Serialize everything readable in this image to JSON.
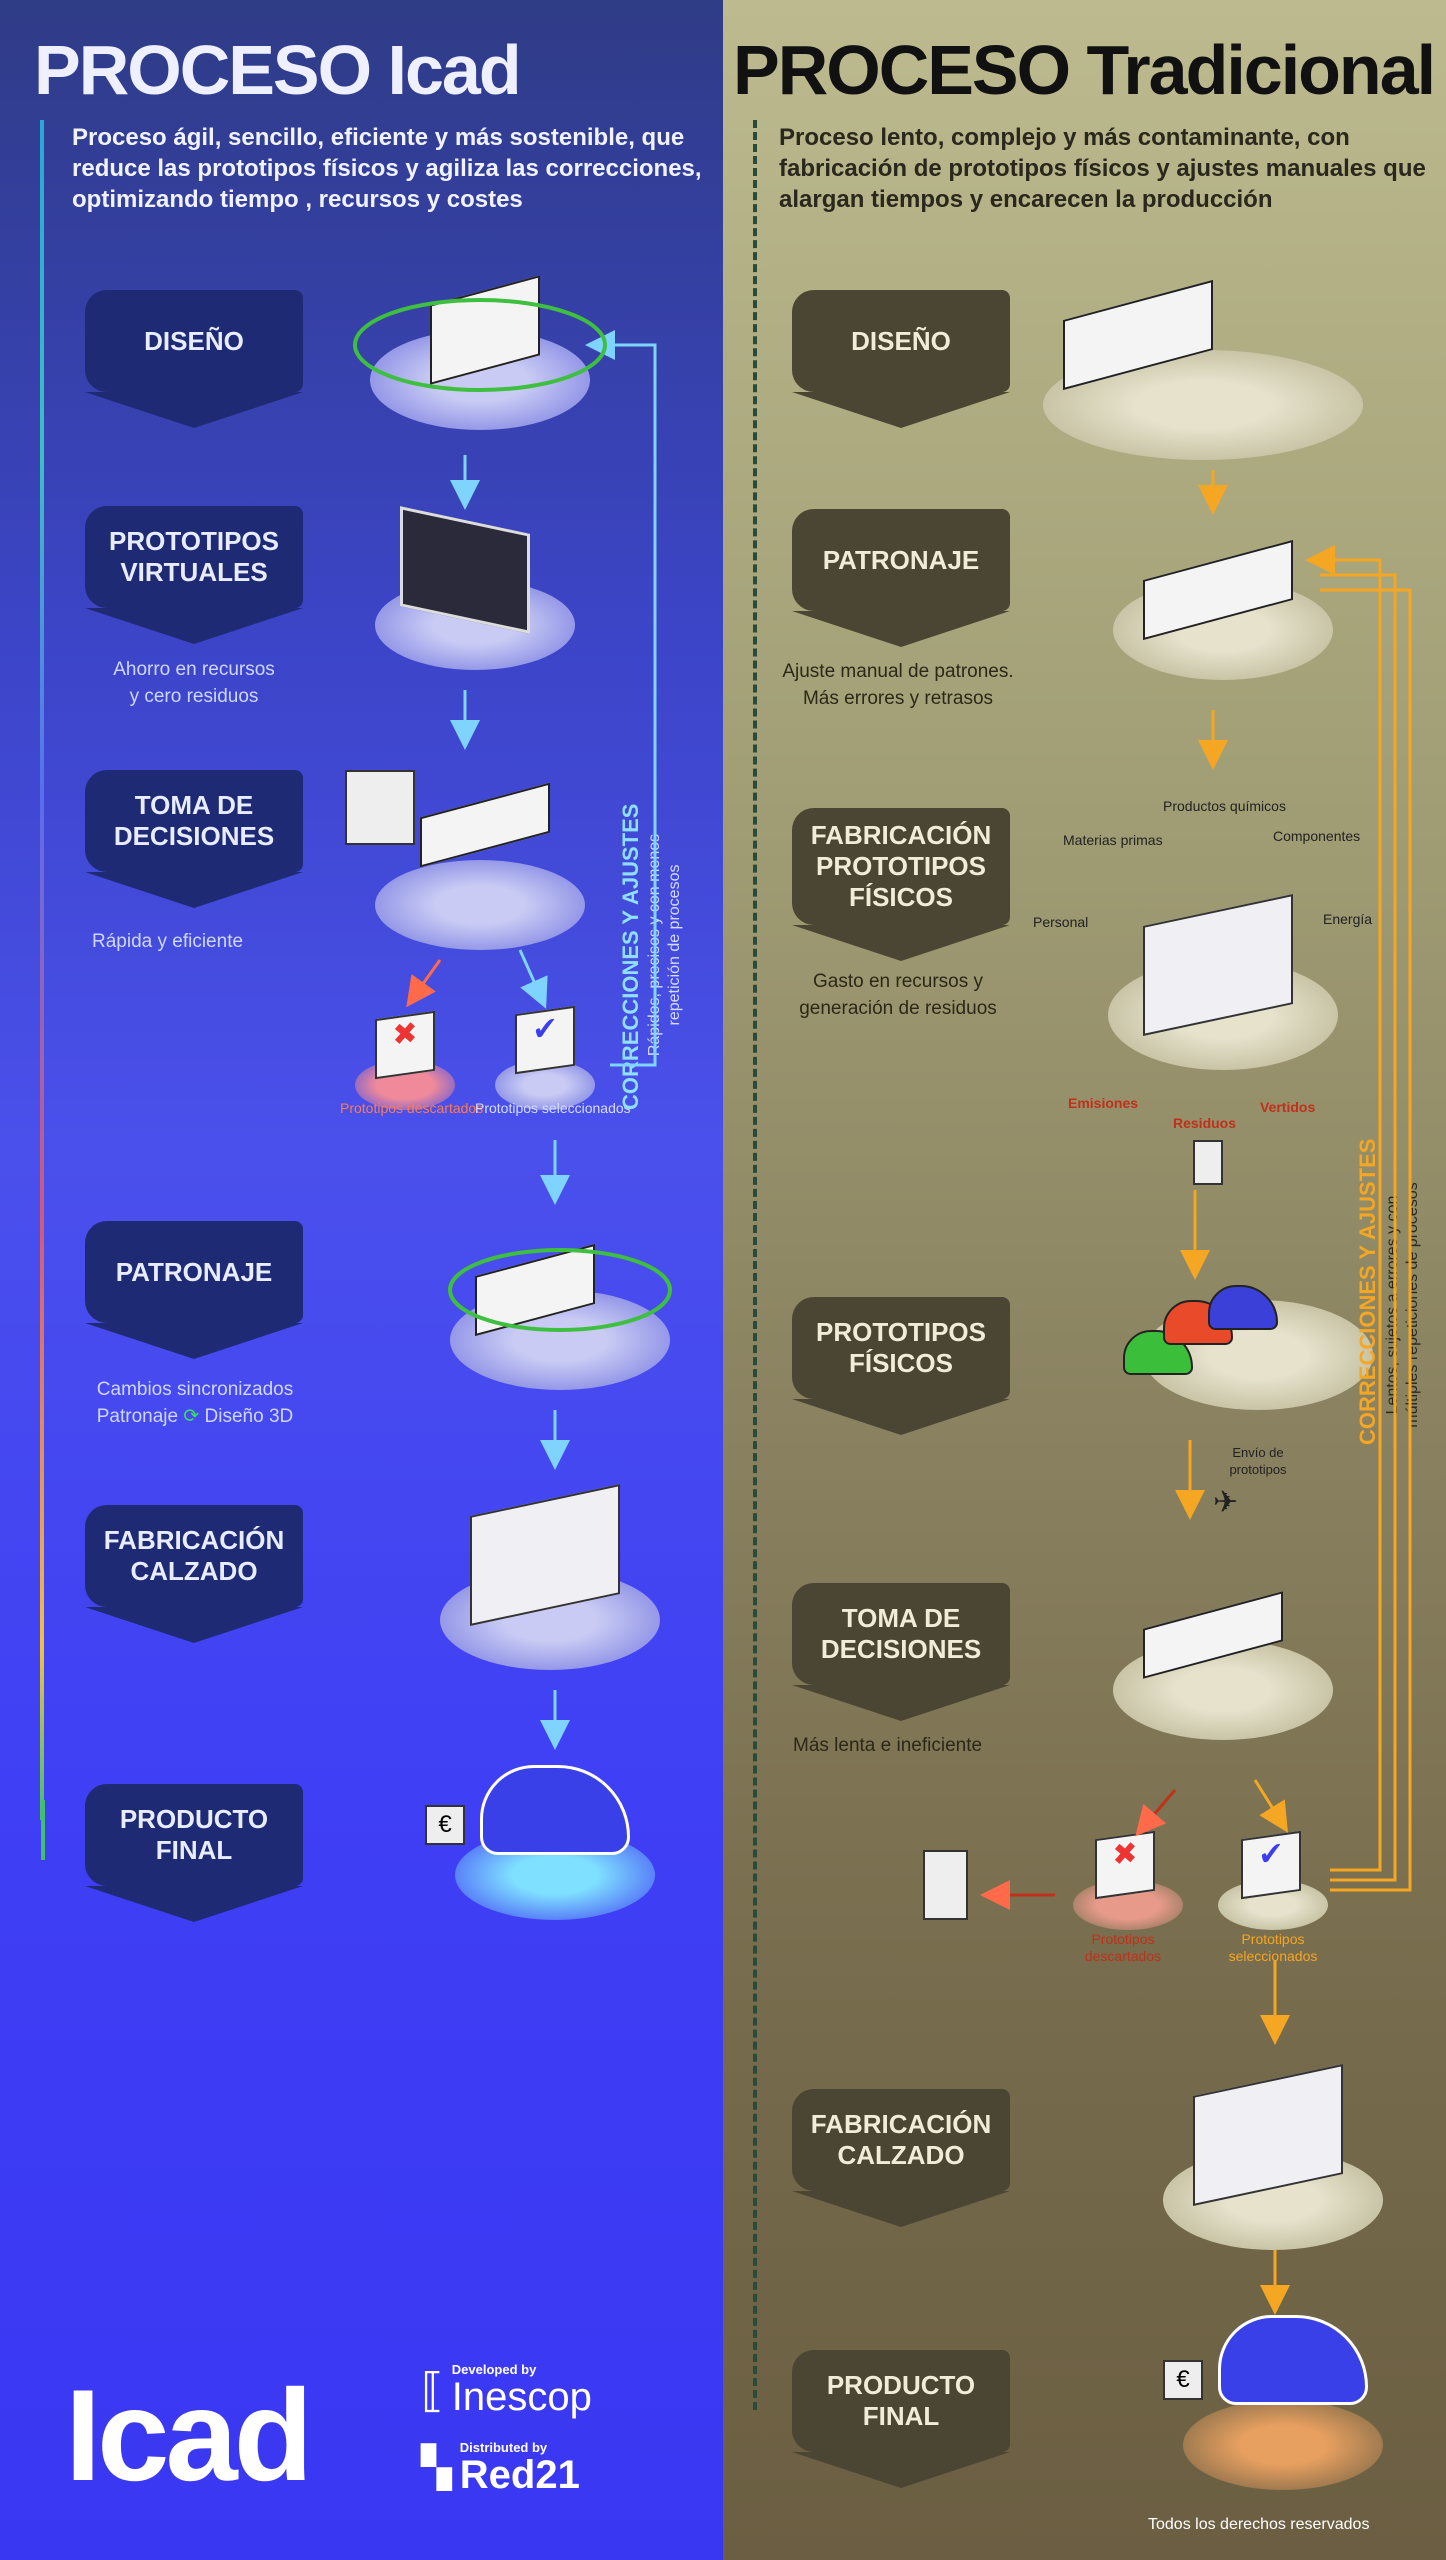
{
  "icad": {
    "title": "PROCESO Icad",
    "description": "Proceso ágil, sencillo, eficiente y más sostenible, que reduce las prototipos físicos y agiliza las correcciones, optimizando tiempo , recursos y costes",
    "steps": [
      {
        "label": "DISEÑO"
      },
      {
        "label": "PROTOTIPOS VIRTUALES",
        "note1": "Ahorro en recursos",
        "note2": "y cero  residuos"
      },
      {
        "label": "TOMA DE DECISIONES",
        "note1": "Rápida y eficiente"
      },
      {
        "label": "PATRONAJE",
        "note1": "Cambios sincronizados",
        "note2": "Patronaje",
        "note3": "Diseño 3D"
      },
      {
        "label": "FABRICACIÓN CALZADO"
      },
      {
        "label": "PRODUCTO FINAL"
      }
    ],
    "discarded": "Prototipos descartados",
    "selected": "Prototipos seleccionados",
    "corrections_title": "CORRECCIONES Y AJUSTES",
    "corrections_line1": "Rápidos, precisos y con menos",
    "corrections_line2": "repetición de procesos",
    "logo": "Icad",
    "developed_by": "Developed by",
    "developer": "Inescop",
    "distributed_by": "Distributed by",
    "distributor": "Red21"
  },
  "trad": {
    "title": "PROCESO Tradicional",
    "description": "Proceso lento, complejo y más contaminante, con fabricación de prototipos físicos y ajustes manuales que alargan tiempos y encarecen la producción",
    "steps": [
      {
        "label": "DISEÑO"
      },
      {
        "label": "PATRONAJE",
        "note1": "Ajuste manual de patrones.",
        "note2": "Más errores y retrasos"
      },
      {
        "label": "FABRICACIÓN PROTOTIPOS FÍSICOS",
        "note1": "Gasto en recursos y",
        "note2": "generación de residuos"
      },
      {
        "label": "PROTOTIPOS FÍSICOS"
      },
      {
        "label": "TOMA DE DECISIONES",
        "note1": "Más lenta e ineficiente"
      },
      {
        "label": "FABRICACIÓN CALZADO"
      },
      {
        "label": "PRODUCTO FINAL"
      }
    ],
    "inputs": {
      "materias": "Materias primas",
      "quimicos": "Productos químicos",
      "componentes": "Componentes",
      "personal": "Personal",
      "energia": "Energía"
    },
    "outputs": {
      "emisiones": "Emisiones",
      "residuos": "Residuos",
      "vertidos": "Vertidos"
    },
    "shipping": "Envío de prototipos",
    "discarded": "Prototipos descartados",
    "selected": "Prototipos seleccionados",
    "corrections_title": "CORRECCIONES Y AJUSTES",
    "corrections_line1": "Lentos, sujetos a errores y con",
    "corrections_line2": "múltiples repeticiones de procesos",
    "footer": "Todos los derechos reservados"
  },
  "colors": {
    "icad_accent": "#7fd3ff",
    "trad_accent": "#f5a623",
    "discard": "#ff6a4a",
    "green": "#3fbf3f"
  }
}
